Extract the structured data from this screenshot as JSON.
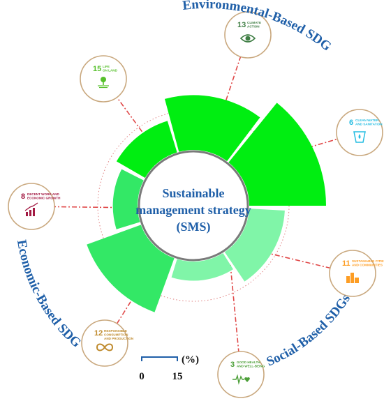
{
  "center": {
    "lines": [
      "Sustainable",
      "management strategy",
      "(SMS)"
    ]
  },
  "groups": {
    "environmental": "Environmental-Based SDGs",
    "social": "Social-Based SDGs",
    "economic": "Economic-Based SDGs"
  },
  "scale": {
    "min": "0",
    "max": "15",
    "unit": "(%)"
  },
  "colors": {
    "bright_green": "#00ee11",
    "medium_green": "#33e866",
    "light_green": "#80f5a8",
    "connector": "#e04848",
    "title_blue": "#1f5fa8"
  },
  "sdgs": [
    {
      "num": "15",
      "label_lines": [
        "LIFE",
        "ON LAND"
      ],
      "color": "#56c02b",
      "icon": "tree-icon"
    },
    {
      "num": "13",
      "label_lines": [
        "CLIMATE",
        "ACTION"
      ],
      "color": "#3f7e44",
      "icon": "eye-globe-icon"
    },
    {
      "num": "6",
      "label_lines": [
        "CLEAN WATER",
        "AND SANITATION"
      ],
      "color": "#26bde2",
      "icon": "water-glass-icon"
    },
    {
      "num": "11",
      "label_lines": [
        "SUSTAINABLE CITIES",
        "AND COMMUNITIES"
      ],
      "color": "#fd9d24",
      "icon": "city-icon"
    },
    {
      "num": "3",
      "label_lines": [
        "GOOD HEALTH",
        "AND WELL-BEING"
      ],
      "color": "#4c9f38",
      "icon": "heartbeat-icon"
    },
    {
      "num": "12",
      "label_lines": [
        "RESPONSIBLE",
        "CONSUMPTION",
        "AND PRODUCTION"
      ],
      "color": "#bf8b2e",
      "icon": "infinity-icon"
    },
    {
      "num": "8",
      "label_lines": [
        "DECENT WORK AND",
        "ECONOMIC GROWTH"
      ],
      "color": "#a21942",
      "icon": "growth-chart-icon"
    }
  ],
  "bars": [
    {
      "sdg": "15",
      "value": 6.0,
      "color": "#00ee11"
    },
    {
      "sdg": "13",
      "value": 10.0,
      "color": "#00ee11"
    },
    {
      "sdg": "6",
      "value": 14.0,
      "color": "#00ee11"
    },
    {
      "sdg": "11",
      "value": 6.5,
      "color": "#80f5a8"
    },
    {
      "sdg": "3",
      "value": 3.5,
      "color": "#80f5a8"
    },
    {
      "sdg": "12",
      "value": 10.5,
      "color": "#33e866"
    },
    {
      "sdg": "8",
      "value": 4.5,
      "color": "#33e866"
    }
  ]
}
